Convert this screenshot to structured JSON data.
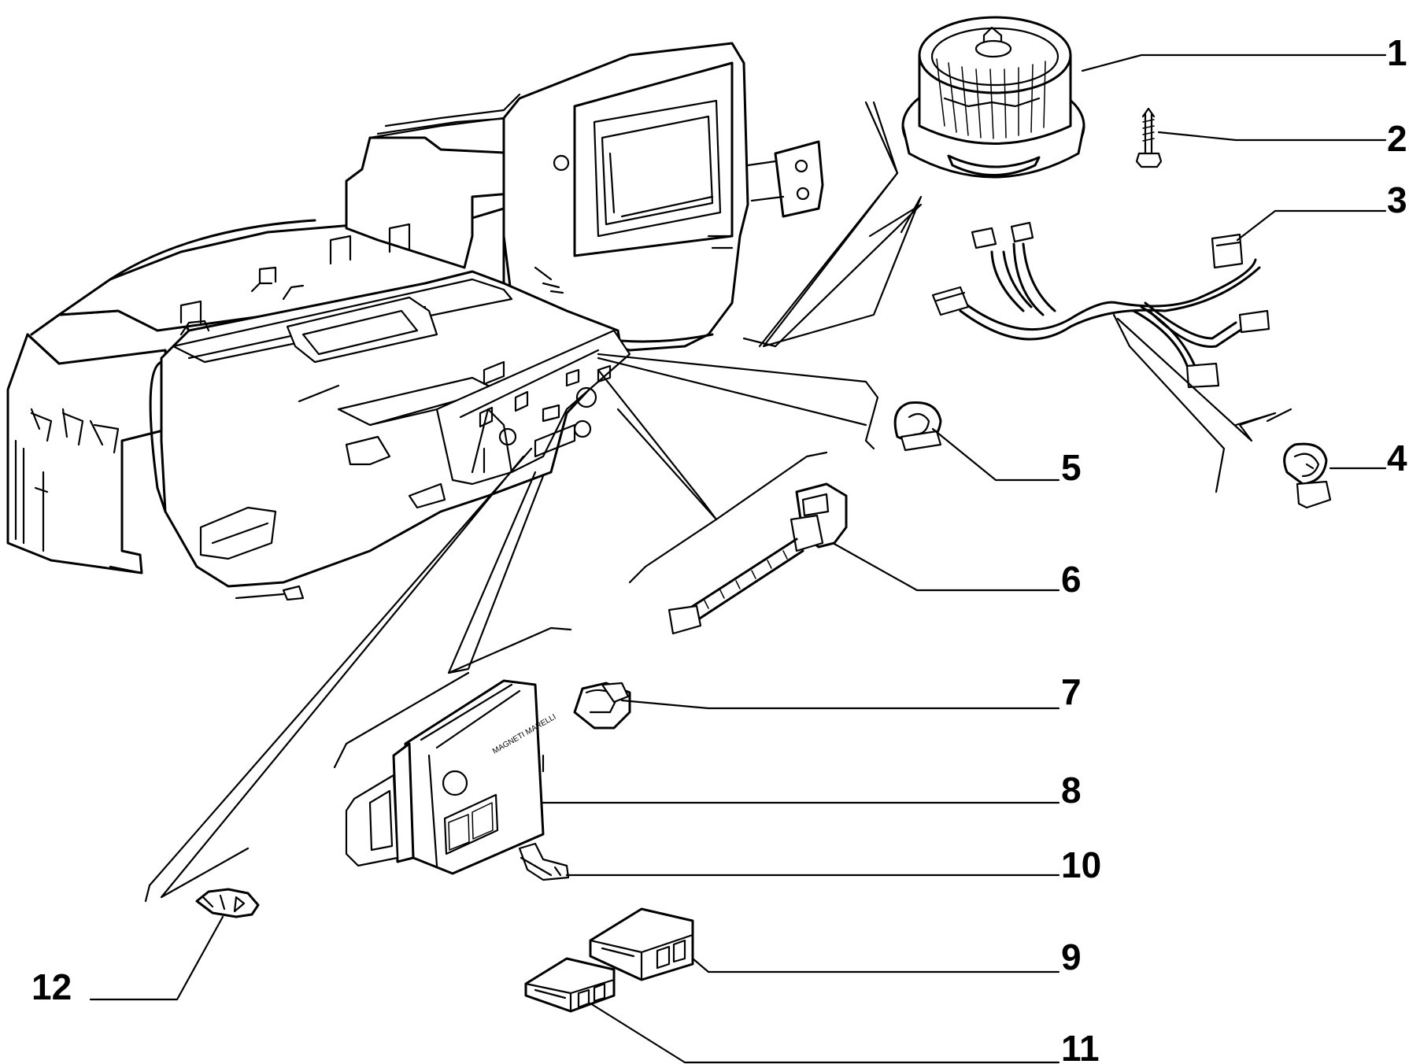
{
  "callouts": [
    {
      "id": "1",
      "text": "1"
    },
    {
      "id": "2",
      "text": "2"
    },
    {
      "id": "3",
      "text": "3"
    },
    {
      "id": "4",
      "text": "4"
    },
    {
      "id": "5",
      "text": "5"
    },
    {
      "id": "6",
      "text": "6"
    },
    {
      "id": "7",
      "text": "7"
    },
    {
      "id": "8",
      "text": "8"
    },
    {
      "id": "9",
      "text": "9"
    },
    {
      "id": "10",
      "text": "10"
    },
    {
      "id": "11",
      "text": "11"
    },
    {
      "id": "12",
      "text": "12"
    }
  ],
  "module_logo_text": "MAGNETI MARELLI"
}
